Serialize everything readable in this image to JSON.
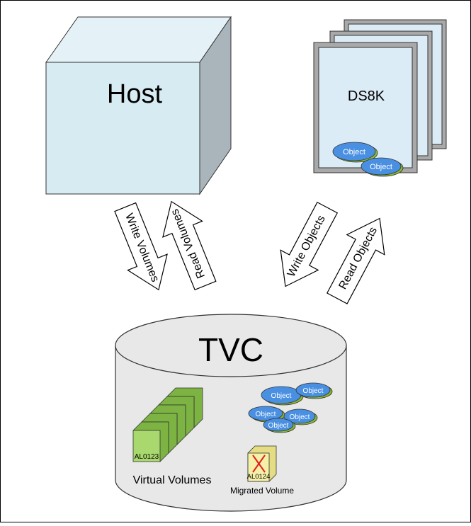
{
  "host": {
    "label": "Host"
  },
  "storage": {
    "label": "DS8K",
    "objects": [
      "Object",
      "Object"
    ]
  },
  "arrows": {
    "write_volumes": "Write Volumes",
    "read_volumes": "Read Volumes",
    "write_objects": "Write Objects",
    "read_objects": "Read Objects"
  },
  "tvc": {
    "label": "TVC",
    "objects": [
      "Object",
      "Object",
      "Object",
      "Object",
      "Object"
    ],
    "virtual_volume_id": "AL0123",
    "virtual_volumes_caption": "Virtual Volumes",
    "migrated_volume_id": "AL0124",
    "migrated_volume_caption": "Migrated Volume"
  },
  "colors": {
    "host_front": "#d6ebf2",
    "host_top": "#e4f1f6",
    "host_side": "#a9b5bb",
    "ds8k_page": "#dcecf7",
    "object_fill": "#4a90e2",
    "object_shadow": "#8ab82e",
    "volume_green": "#a9d86e",
    "volume_yellow": "#f5f0a8",
    "cylinder": "#e8e8e8",
    "x_mark": "#e02020"
  }
}
